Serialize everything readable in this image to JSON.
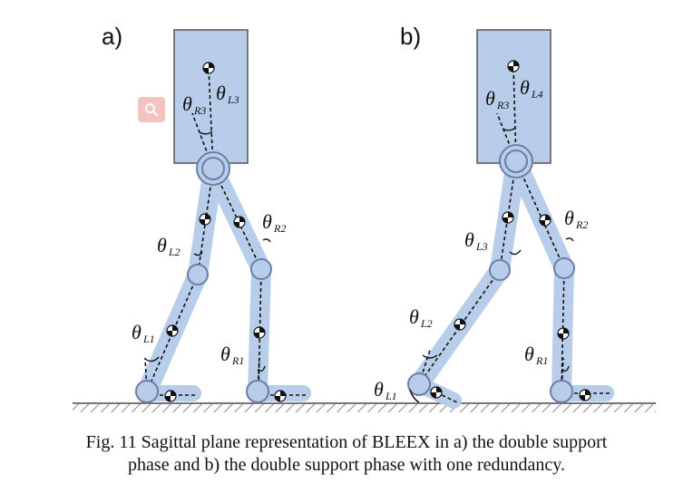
{
  "panels": [
    {
      "label": "a)",
      "labels": {
        "tL3": "L3",
        "tR3": "R3",
        "tL2": "L2",
        "tR2": "R2",
        "tL1": "L1",
        "tR1": "R1"
      }
    },
    {
      "label": "b)",
      "labels": {
        "tL4": "L4",
        "tR3": "R3",
        "tL3": "L3",
        "tR2": "R2",
        "tL2": "L2",
        "tR1": "R1",
        "tL1": "L1"
      }
    }
  ],
  "theta_symbol": "θ",
  "caption": {
    "line1": "Fig. 11  Sagittal plane representation of BLEEX in a) the double support",
    "line2": "phase and b) the double support phase with one redundancy."
  },
  "colors": {
    "link_fill": "#b7cde9",
    "link_stroke": "#6c7ea8",
    "ground": "#777777",
    "text": "#111111"
  },
  "icons": {
    "overlay": "search-icon"
  }
}
